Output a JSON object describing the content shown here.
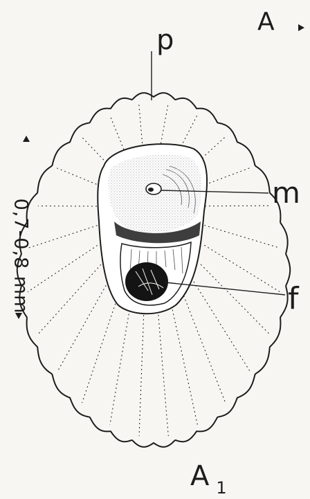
{
  "labels": {
    "section_start": "A",
    "section_end_letter": "A",
    "section_end_subscript": "1",
    "pore": "p",
    "mark_m": "m",
    "mark_f": "f",
    "scale": "0,7-0,8 mm"
  },
  "colors": {
    "ink": "#1c1c1c",
    "paper": "#f7f6f2",
    "dark_fill": "#141414"
  }
}
